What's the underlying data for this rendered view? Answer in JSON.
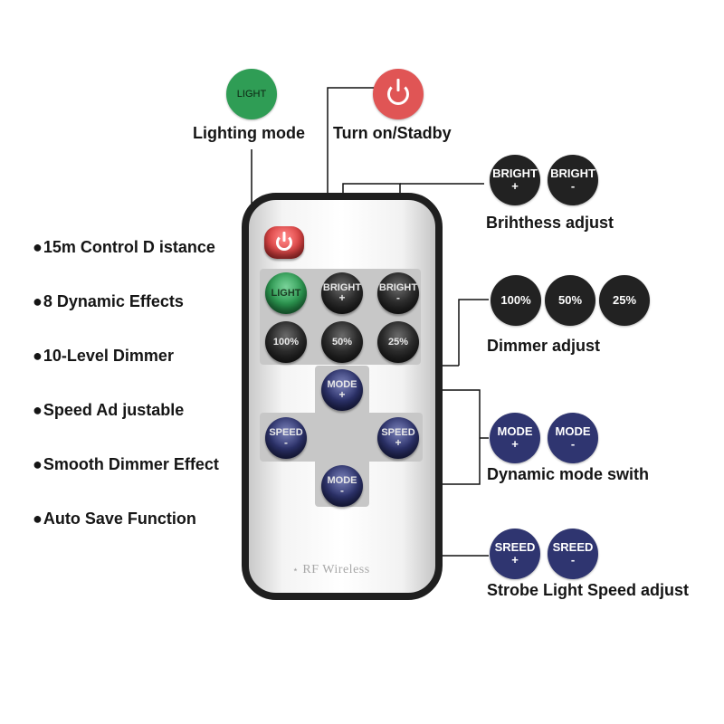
{
  "callouts": {
    "lighting": {
      "button": "LIGHT",
      "label": "Lighting mode"
    },
    "power": {
      "icon": "power-icon",
      "label": "Turn on/Stadby"
    },
    "brightness": {
      "buttons": [
        {
          "top": "BRIGHT",
          "sub": "+"
        },
        {
          "top": "BRIGHT",
          "sub": "-"
        }
      ],
      "label": "Brihthess adjust"
    },
    "dimmer": {
      "buttons": [
        "100%",
        "50%",
        "25%"
      ],
      "label": "Dimmer adjust"
    },
    "mode": {
      "buttons": [
        {
          "top": "MODE",
          "sub": "+"
        },
        {
          "top": "MODE",
          "sub": "-"
        }
      ],
      "label": "Dynamic mode swith"
    },
    "speed": {
      "buttons": [
        {
          "top": "SREED",
          "sub": "+"
        },
        {
          "top": "SREED",
          "sub": "-"
        }
      ],
      "label": "Strobe Light Speed adjust"
    }
  },
  "features": {
    "bullet": "●",
    "items": [
      "15m Control D istance",
      "8 Dynamic Effects",
      "10-Level Dimmer",
      "Speed Ad justable",
      "Smooth Dimmer Effect",
      "Auto Save Function"
    ]
  },
  "remote": {
    "light": "LIGHT",
    "bright_plus": {
      "top": "BRIGHT",
      "sub": "+"
    },
    "bright_minus": {
      "top": "BRIGHT",
      "sub": "-"
    },
    "dim": [
      "100%",
      "50%",
      "25%"
    ],
    "mode_plus": {
      "top": "MODE",
      "sub": "+"
    },
    "mode_minus": {
      "top": "MODE",
      "sub": "-"
    },
    "speed_minus": {
      "top": "SPEED",
      "sub": "-"
    },
    "speed_plus": {
      "top": "SPEED",
      "sub": "+"
    },
    "brand": "RF Wireless",
    "brand_icon": "wifi-icon"
  },
  "colors": {
    "power_red": "#e05555",
    "light_green": "#2f9d55",
    "dark_button": "#222222",
    "navy_button": "#2f3570"
  }
}
